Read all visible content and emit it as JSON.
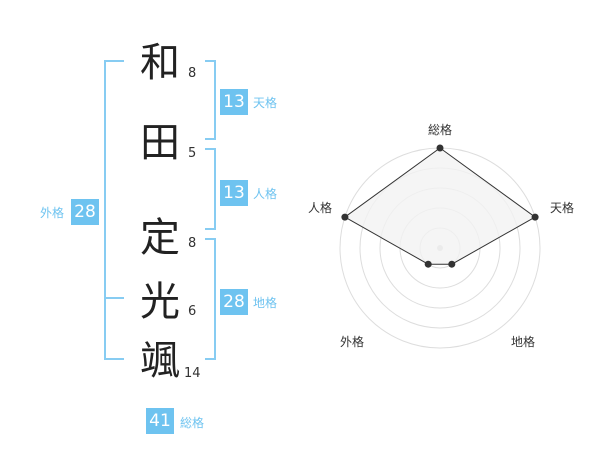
{
  "name": {
    "chars": [
      {
        "char": "和",
        "strokes": "8"
      },
      {
        "char": "田",
        "strokes": "5"
      },
      {
        "char": "定",
        "strokes": "8"
      },
      {
        "char": "光",
        "strokes": "6"
      },
      {
        "char": "颯",
        "strokes": "14"
      }
    ]
  },
  "kaku": {
    "tenkaku": {
      "value": "13",
      "label": "天格"
    },
    "jinkaku": {
      "value": "13",
      "label": "人格"
    },
    "chikaku": {
      "value": "28",
      "label": "地格"
    },
    "gaikaku": {
      "value": "28",
      "label": "外格"
    },
    "soukaku": {
      "value": "41",
      "label": "総格"
    }
  },
  "colors": {
    "accent": "#6ec3f0",
    "bracket": "#87ccf2",
    "text": "#222222",
    "radar_fill": "#f2f2f2",
    "radar_ring": "#dddddd"
  },
  "chart_data": {
    "type": "radar",
    "axes": [
      "総格",
      "天格",
      "地格",
      "外格",
      "人格"
    ],
    "values": [
      1.0,
      1.0,
      0.2,
      0.2,
      1.0
    ],
    "scale_max": 1.0,
    "rings": 5
  }
}
